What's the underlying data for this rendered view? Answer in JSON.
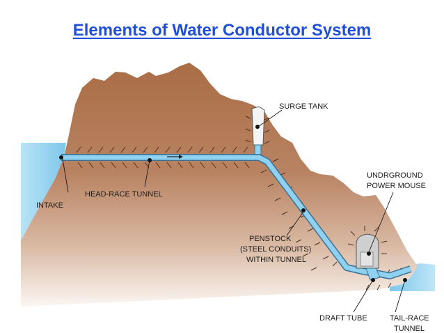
{
  "title": "Elements of Water Conductor System",
  "labels": {
    "surge_tank": "SURGE TANK",
    "intake": "INTAKE",
    "head_race_tunnel": "HEAD-RACE TUNNEL",
    "power_house_line1": "UNDRGROUND",
    "power_house_line2": "POWER MOUSE",
    "penstock_line1": "PENSTOCK",
    "penstock_line2": "(STEEL CONDUITS)",
    "penstock_line3": "WITHIN TUNNEL",
    "draft_tube": "DRAFT TUBE",
    "tail_race_line1": "TAIL-RACE",
    "tail_race_line2": "TUNNEL"
  },
  "colors": {
    "title": "#1f4fd8",
    "mountain": "#b0764e",
    "water": "#8fd1ef",
    "tunnel": "#8fd1ef",
    "tunnel_outline": "#3a6f96",
    "surge_tank": "#f4f4f4",
    "power_house": "#cfcfcf"
  }
}
